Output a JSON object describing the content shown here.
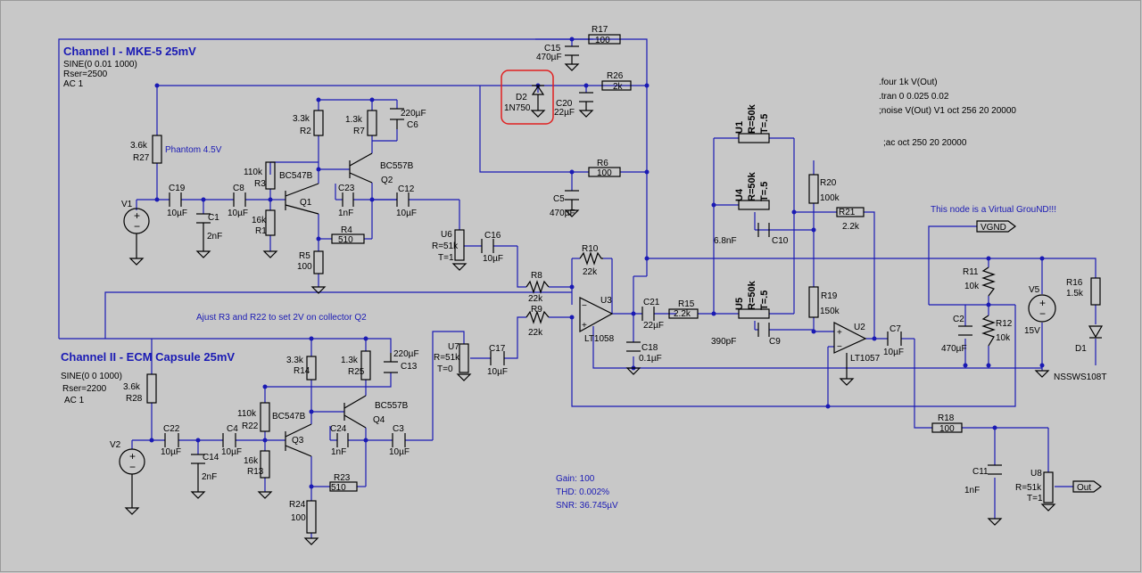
{
  "colors": {
    "background": "#c8c8c8",
    "wire": "#1a1ab4",
    "component": "#000000",
    "highlight": "#e02020"
  },
  "channel1": {
    "title": "Channel I - MKE-5 25mV",
    "source": "SINE(0 0.01 1000)",
    "rser": "Rser=2500",
    "ac": "AC 1"
  },
  "channel2": {
    "title": "Channel II - ECM Capsule 25mV",
    "source": "SINE(0 0 1000)",
    "rser": "Rser=2200",
    "ac": "AC 1"
  },
  "directives": {
    "four": ".four 1k V(Out)",
    "tran": ".tran 0 0.025 0.02",
    "noise": ";noise V(Out) V1 oct 256 20 20000",
    "ac": ";ac oct 250 20 20000"
  },
  "notes": {
    "phantom": "Phantom 4.5V",
    "adjust": "Ajust R3 and R22 to set 2V on collector Q2",
    "vground": "This node is a Virtual GrouND!!!",
    "gain": "Gain: 100",
    "thd": "THD: 0.002%",
    "snr": "SNR: 36.745µV"
  },
  "nets": {
    "vgnd": "VGND",
    "out": "Out"
  },
  "parts": {
    "R17": [
      "R17",
      "100"
    ],
    "C15": [
      "C15",
      "470µF"
    ],
    "R26": [
      "R26",
      "2k"
    ],
    "D2": [
      "D2",
      "1N750"
    ],
    "C20": [
      "C20",
      "22µF"
    ],
    "R6": [
      "R6",
      "100"
    ],
    "C5": [
      "C5",
      "470µF"
    ],
    "R2": [
      "3.3k",
      "R2"
    ],
    "R7": [
      "1.3k",
      "R7"
    ],
    "C6": [
      "220µF",
      "C6"
    ],
    "R27": [
      "3.6k",
      "R27"
    ],
    "R3": [
      "110k",
      "R3"
    ],
    "Q1": [
      "BC547B",
      "Q1"
    ],
    "Q2": [
      "BC557B",
      "Q2"
    ],
    "C23": [
      "C23",
      "1nF"
    ],
    "C12": [
      "C12",
      "10µF"
    ],
    "V1": [
      "V1"
    ],
    "C19": [
      "C19",
      "10µF"
    ],
    "C1": [
      "C1",
      "2nF"
    ],
    "C8": [
      "C8",
      "10µF"
    ],
    "R1": [
      "16k",
      "R1"
    ],
    "R4": [
      "R4",
      "510"
    ],
    "R5": [
      "R5",
      "100"
    ],
    "U6": [
      "U6",
      "R=51k",
      "T=1"
    ],
    "C16": [
      "C16",
      "10µF"
    ],
    "R10": [
      "R10",
      "22k"
    ],
    "R8": [
      "R8",
      "22k"
    ],
    "R9": [
      "R9",
      "22k"
    ],
    "U3": [
      "U3",
      "LT1058"
    ],
    "C21": [
      "C21",
      "22µF"
    ],
    "C18": [
      "C18",
      "0.1µF"
    ],
    "R15": [
      "R15",
      "2.2k"
    ],
    "U1": [
      "U1",
      "R=50k",
      "T=.5"
    ],
    "U4": [
      "U4",
      "R=50k",
      "T=.5"
    ],
    "U5": [
      "U5",
      "R=50k",
      "T=.5"
    ],
    "C10": [
      "6.8nF",
      "C10"
    ],
    "C9": [
      "390pF",
      "C9"
    ],
    "R20": [
      "R20",
      "100k"
    ],
    "R21": [
      "R21",
      "2.2k"
    ],
    "R19": [
      "R19",
      "150k"
    ],
    "U2": [
      "U2",
      "LT1057"
    ],
    "C7": [
      "C7",
      "10µF"
    ],
    "R11": [
      "R11",
      "10k"
    ],
    "R12": [
      "R12",
      "10k"
    ],
    "C2": [
      "C2",
      "470µF"
    ],
    "V5": [
      "V5",
      "15V"
    ],
    "R16": [
      "R16",
      "1.5k"
    ],
    "D1": [
      "D1",
      "NSSWS108T"
    ],
    "U7": [
      "U7",
      "R=51k",
      "T=0"
    ],
    "C17": [
      "C17",
      "10µF"
    ],
    "R14": [
      "3.3k",
      "R14"
    ],
    "R25": [
      "1.3k",
      "R25"
    ],
    "C13": [
      "220µF",
      "C13"
    ],
    "R28": [
      "3.6k",
      "R28"
    ],
    "R22": [
      "110k",
      "R22"
    ],
    "Q3": [
      "BC547B",
      "Q3"
    ],
    "Q4": [
      "BC557B",
      "Q4"
    ],
    "C24": [
      "C24",
      "1nF"
    ],
    "C3": [
      "C3",
      "10µF"
    ],
    "V2": [
      "V2"
    ],
    "C22": [
      "C22",
      "10µF"
    ],
    "C14": [
      "C14",
      "2nF"
    ],
    "C4": [
      "C4",
      "10µF"
    ],
    "R18": [
      "R18",
      "100"
    ],
    "R13": [
      "16k",
      "R13"
    ],
    "R23": [
      "R23",
      "510"
    ],
    "R24": [
      "R24",
      "100"
    ],
    "C11": [
      "C11",
      "1nF"
    ],
    "U8": [
      "U8",
      "R=51k",
      "T=1"
    ]
  }
}
